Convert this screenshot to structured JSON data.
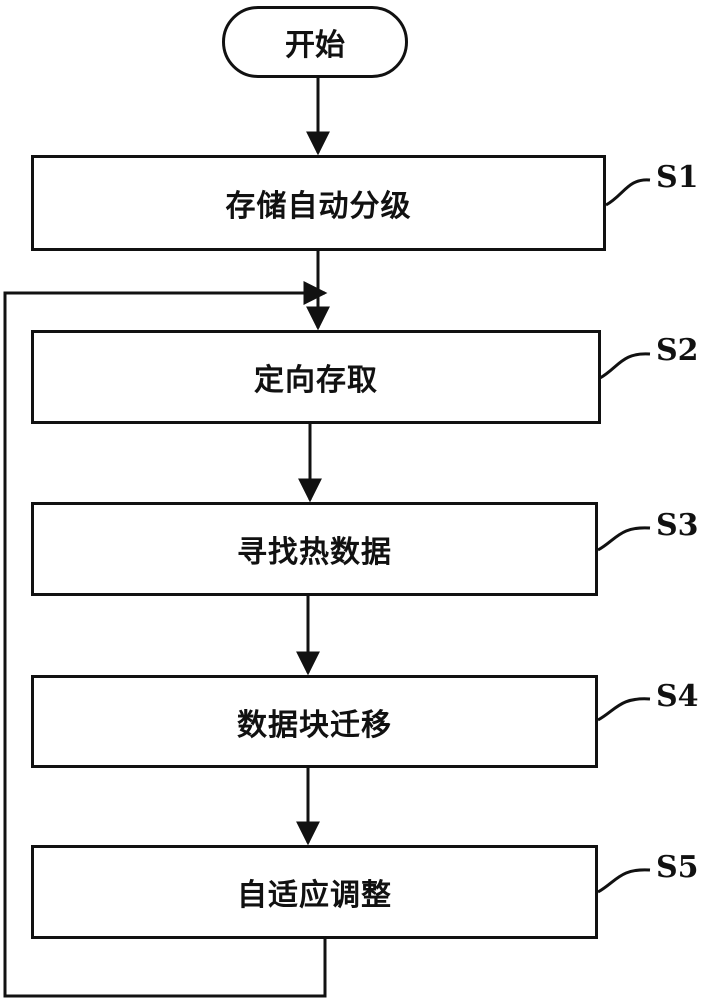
{
  "start": {
    "label": "开始"
  },
  "steps": [
    {
      "id": "S1",
      "label": "存储自动分级"
    },
    {
      "id": "S2",
      "label": "定向存取"
    },
    {
      "id": "S3",
      "label": "寻找热数据"
    },
    {
      "id": "S4",
      "label": "数据块迁移"
    },
    {
      "id": "S5",
      "label": "自适应调整"
    }
  ]
}
